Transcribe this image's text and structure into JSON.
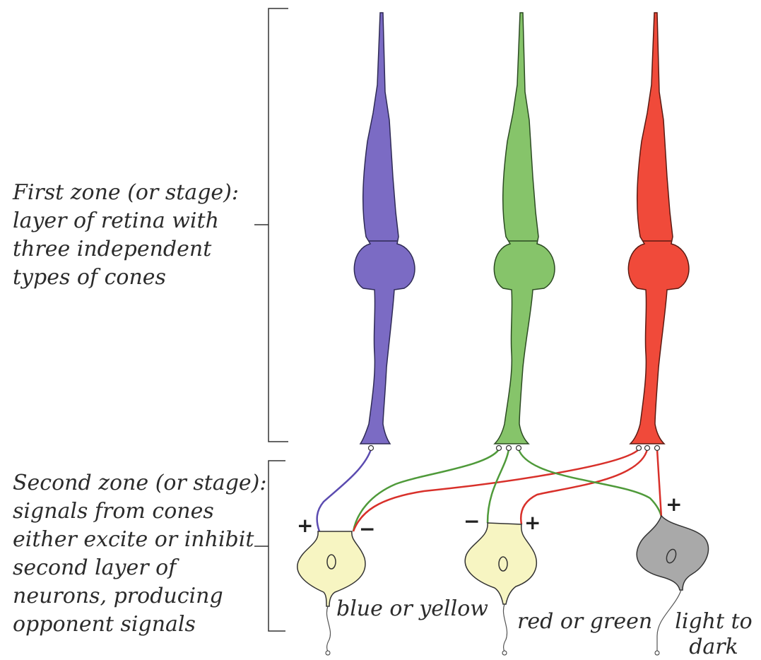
{
  "zones": {
    "first": {
      "lines": [
        "First zone (or stage):",
        "layer of retina with",
        "three independent",
        "types of  cones"
      ]
    },
    "second": {
      "lines": [
        "Second zone (or stage):",
        "signals from cones",
        "either excite or inhibit",
        "second layer of",
        "neurons, producing",
        "opponent signals"
      ]
    }
  },
  "cones": [
    {
      "name": "blue-cone",
      "color": "#7b6bc4"
    },
    {
      "name": "green-cone",
      "color": "#86c46a"
    },
    {
      "name": "red-cone",
      "color": "#f04a3a"
    }
  ],
  "neurons": {
    "blue_yellow": {
      "label": "blue or yellow",
      "plus": "+",
      "minus": "−",
      "color": "#f7f5c2"
    },
    "red_green": {
      "label": "red or green",
      "plus": "+",
      "minus": "−",
      "color": "#f7f5c2"
    },
    "light_dark": {
      "label": "light to dark",
      "plus": "+",
      "color": "#a9a9a9"
    }
  },
  "wire_colors": {
    "blue": "#5b4bb0",
    "green": "#4f9a3a",
    "red": "#d8302a"
  }
}
